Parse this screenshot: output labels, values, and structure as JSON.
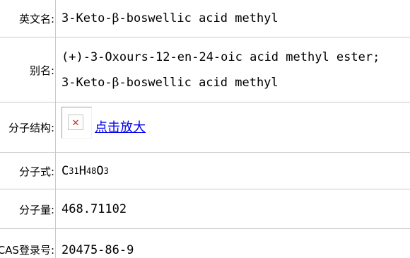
{
  "rows": [
    {
      "label": "英文名:",
      "value_pre": "3-Keto-",
      "value_beta": "β",
      "value_post": "-boswellic acid methyl"
    },
    {
      "label": "别名:",
      "line1": "(+)-3-Oxours-12-en-24-oic acid methyl ester;",
      "line2_pre": "3-Keto-",
      "line2_beta": "β",
      "line2_post": "-boswellic acid methyl"
    },
    {
      "label": "分子结构:",
      "image_icon": "broken-image-icon",
      "link_text": "点击放大"
    },
    {
      "label": "分子式:",
      "formula": [
        {
          "el": "C",
          "n": "31"
        },
        {
          "el": "H",
          "n": "48"
        },
        {
          "el": "O",
          "n": "3"
        }
      ]
    },
    {
      "label": "分子量:",
      "value": "468.71102"
    },
    {
      "label": "CAS登录号:",
      "value": "20475-86-9"
    }
  ],
  "colors": {
    "link": "#0000ee",
    "border": "#c9c9c9",
    "broken_image_x": "#e0201b"
  }
}
